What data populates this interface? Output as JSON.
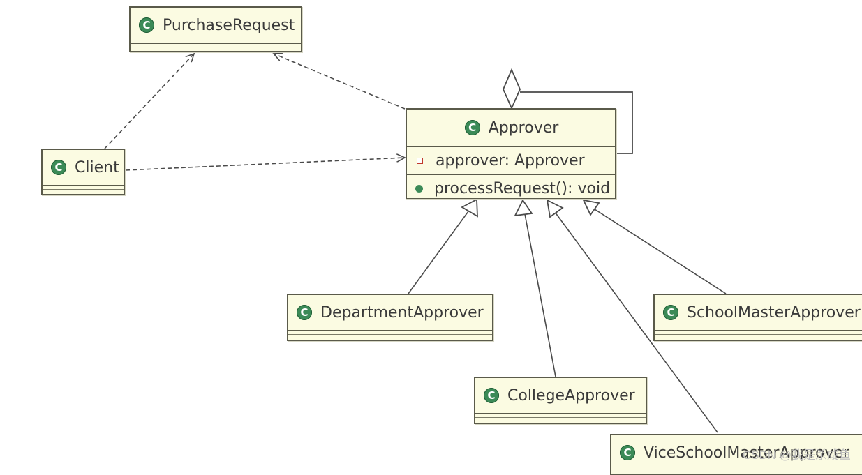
{
  "classes": {
    "purchase_request": {
      "name": "PurchaseRequest",
      "icon": "class-icon"
    },
    "client": {
      "name": "Client",
      "icon": "class-icon"
    },
    "approver": {
      "name": "Approver",
      "icon": "class-icon",
      "field": "approver: Approver",
      "method": "processRequest(): void"
    },
    "department_approver": {
      "name": "DepartmentApprover",
      "icon": "class-icon"
    },
    "college_approver": {
      "name": "CollegeApprover",
      "icon": "class-icon"
    },
    "vice_school_master_approver": {
      "name": "ViceSchoolMasterApprover",
      "icon": "class-icon"
    },
    "school_master_approver": {
      "name": "SchoolMasterApprover",
      "icon": "class-icon"
    }
  },
  "icon_glyph": "C",
  "colors": {
    "box_fill": "#fbfbe2",
    "box_border": "#5a5a4a",
    "class_icon": "#3b8a57",
    "field_icon": "#c0392b",
    "edge": "#4a4a4a"
  },
  "relations": [
    {
      "type": "dependency",
      "from": "client",
      "to": "purchase_request"
    },
    {
      "type": "dependency",
      "from": "approver",
      "to": "purchase_request"
    },
    {
      "type": "dependency",
      "from": "client",
      "to": "approver"
    },
    {
      "type": "aggregation",
      "from": "approver",
      "to": "approver"
    },
    {
      "type": "generalization",
      "from": "department_approver",
      "to": "approver"
    },
    {
      "type": "generalization",
      "from": "college_approver",
      "to": "approver"
    },
    {
      "type": "generalization",
      "from": "vice_school_master_approver",
      "to": "approver"
    },
    {
      "type": "generalization",
      "from": "school_master_approver",
      "to": "approver"
    }
  ],
  "watermark": "CSDN @我是杀咸鱼"
}
